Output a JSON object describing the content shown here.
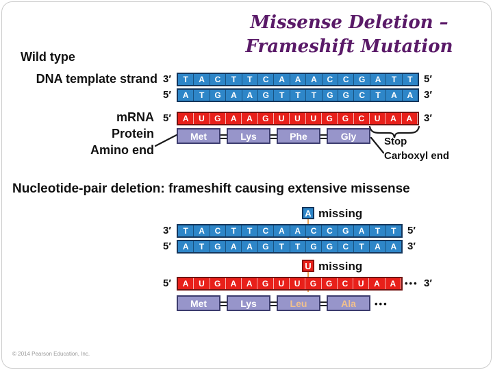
{
  "title": {
    "line1": "Missense Deletion –",
    "line2": "Frameshift Mutation"
  },
  "wild_type": {
    "section_label": "Wild type",
    "dna_label": "DNA template strand",
    "mrna_label": "mRNA",
    "protein_label": "Protein",
    "amino_end_label": "Amino end",
    "stop_label": "Stop",
    "carboxyl_end_label": "Carboxyl end",
    "dna_top": {
      "left_end": "3′",
      "right_end": "5′",
      "bases": [
        "T",
        "A",
        "C",
        "T",
        "T",
        "C",
        "A",
        "A",
        "A",
        "C",
        "C",
        "G",
        "A",
        "T",
        "T"
      ]
    },
    "dna_bottom": {
      "left_end": "5′",
      "right_end": "3′",
      "bases": [
        "A",
        "T",
        "G",
        "A",
        "A",
        "G",
        "T",
        "T",
        "T",
        "G",
        "G",
        "C",
        "T",
        "A",
        "A"
      ]
    },
    "mrna": {
      "left_end": "5′",
      "right_end": "3′",
      "bases": [
        "A",
        "U",
        "G",
        "A",
        "A",
        "G",
        "U",
        "U",
        "U",
        "G",
        "G",
        "C",
        "U",
        "A",
        "A"
      ]
    },
    "amino_acids": [
      {
        "name": "Met"
      },
      {
        "name": "Lys"
      },
      {
        "name": "Phe"
      },
      {
        "name": "Gly"
      }
    ]
  },
  "mutation": {
    "heading": "Nucleotide-pair deletion: frameshift causing extensive missense",
    "missing_a": {
      "base": "A",
      "label": "missing"
    },
    "missing_u": {
      "base": "U",
      "label": "missing"
    },
    "dna_top": {
      "left_end": "3′",
      "right_end": "5′",
      "bases": [
        "T",
        "A",
        "C",
        "T",
        "T",
        "C",
        "A",
        "A",
        "C",
        "C",
        "G",
        "A",
        "T",
        "T"
      ]
    },
    "dna_bottom": {
      "left_end": "5′",
      "right_end": "3′",
      "bases": [
        "A",
        "T",
        "G",
        "A",
        "A",
        "G",
        "T",
        "T",
        "G",
        "G",
        "C",
        "T",
        "A",
        "A"
      ]
    },
    "mrna": {
      "left_end": "5′",
      "right_end": "3′",
      "ellipsis": "•••",
      "bases": [
        "A",
        "U",
        "G",
        "A",
        "A",
        "G",
        "U",
        "U",
        "G",
        "G",
        "C",
        "U",
        "A",
        "A"
      ]
    },
    "amino_acids": [
      {
        "name": "Met"
      },
      {
        "name": "Lys"
      },
      {
        "name": "Leu",
        "changed": true
      },
      {
        "name": "Ala",
        "changed": true
      }
    ],
    "protein_ellipsis": "•••"
  },
  "footer": {
    "copyright": "© 2014 Pearson Education, Inc."
  },
  "colors": {
    "title_color": "#5a1a68",
    "dna_fill": "#2e86c8",
    "mrna_fill": "#e8201a",
    "protein_fill": "#9795ca",
    "changed_amino": "#f0c08e",
    "deletion_line": "#e8a050"
  }
}
